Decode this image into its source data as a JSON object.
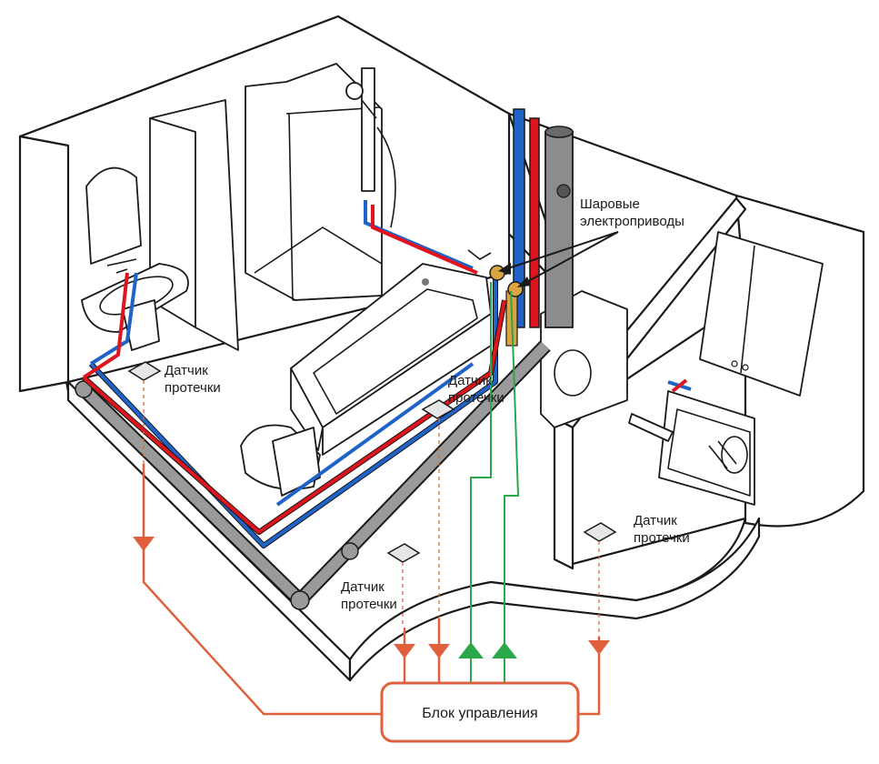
{
  "labels": {
    "sensor_1_line1": "Датчик",
    "sensor_1_line2": "протечки",
    "sensor_2_line1": "Датчик",
    "sensor_2_line2": "протечки",
    "sensor_3_line1": "Датчик",
    "sensor_3_line2": "протечки",
    "sensor_4_line1": "Датчик",
    "sensor_4_line2": "протечки",
    "valves_line1": "Шаровые",
    "valves_line2": "электроприводы",
    "control_unit": "Блок управления"
  },
  "colors": {
    "cold_pipe": "#1f63c8",
    "hot_pipe": "#e0141c",
    "signal_wire": "#e0603e",
    "valve_wire": "#2aa84a",
    "outline": "#1a1a1a",
    "sewer_pipe": "#8c8c8c"
  }
}
